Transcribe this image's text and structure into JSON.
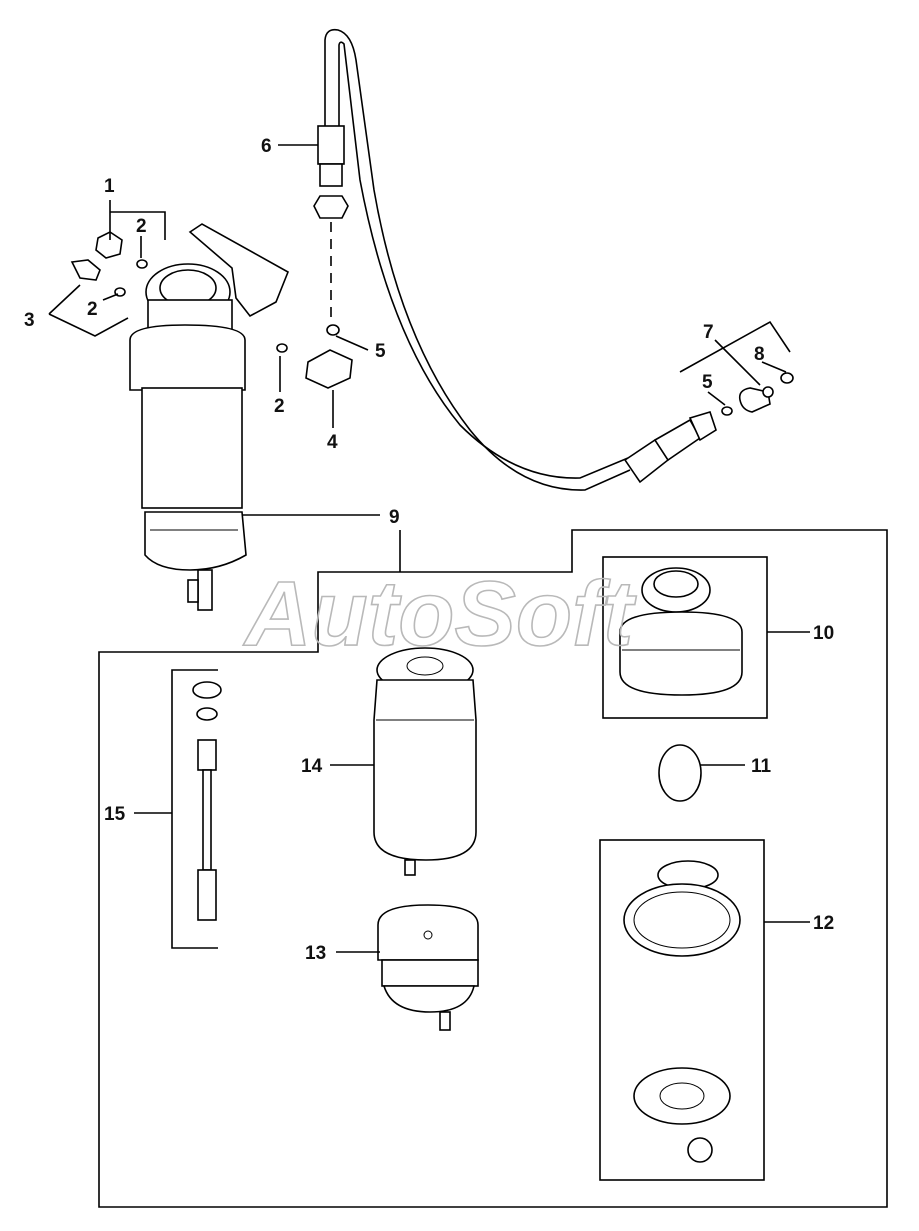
{
  "watermark": "AutoSoft",
  "callouts": {
    "c1": "1",
    "c2a": "2",
    "c2b": "2",
    "c2c": "2",
    "c3": "3",
    "c4": "4",
    "c5a": "5",
    "c5b": "5",
    "c6": "6",
    "c7": "7",
    "c8": "8",
    "c9": "9",
    "c10": "10",
    "c11": "11",
    "c12": "12",
    "c13": "13",
    "c14": "14",
    "c15": "15"
  }
}
